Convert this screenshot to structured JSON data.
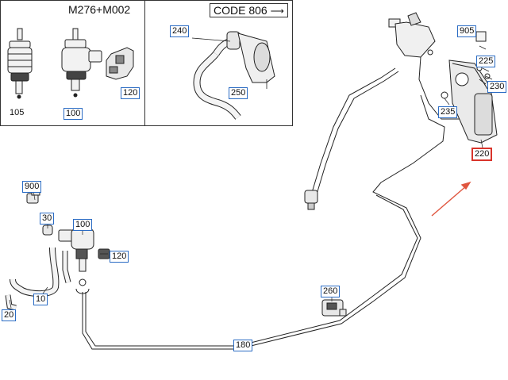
{
  "panels": {
    "left_header": "M276+M002",
    "right_header": "CODE 806"
  },
  "icons": {
    "arrow": "right-arrow-icon"
  },
  "parts": {
    "p105": "105",
    "p100_top": "100",
    "p120_top": "120",
    "p240": "240",
    "p250": "250",
    "p905": "905",
    "p225": "225",
    "p230": "230",
    "p235": "235",
    "p220": "220",
    "p900": "900",
    "p30": "30",
    "p100": "100",
    "p120": "120",
    "p10": "10",
    "p20": "20",
    "p260": "260",
    "p180": "180"
  },
  "colors": {
    "callout_border": "#2b6cc4",
    "highlight_border": "#d9342b",
    "pointer_arrow": "#e0563f"
  }
}
